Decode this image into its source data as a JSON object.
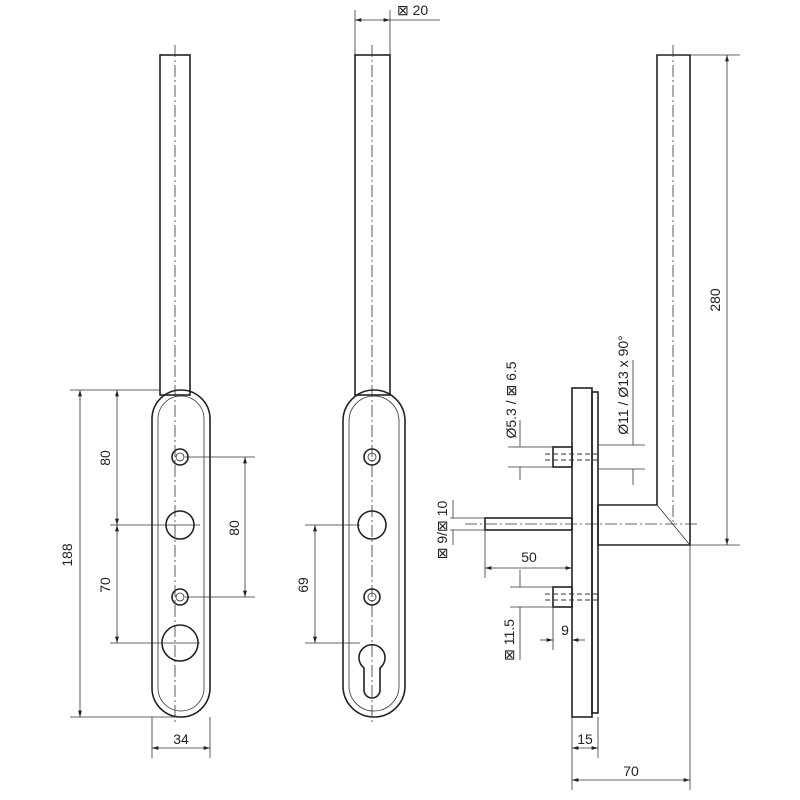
{
  "drawing": {
    "front_view": {
      "overall_height": "188",
      "upper_spacing": "80",
      "lower_spacing": "70",
      "screw_spacing": "80",
      "width": "34"
    },
    "middle_view": {
      "rod_size": "⊠ 20",
      "cylinder_spacing": "69"
    },
    "side_view": {
      "rod_length": "280",
      "screw_hole": "Ø5.3 / ⊠ 6.5",
      "counterbore": "Ø11 / Ø13 x 90°",
      "spindle_size": "⊠ 9/⊠ 10",
      "spindle_length": "50",
      "screw_head": "⊠ 11.5",
      "screw_offset": "9",
      "plate_thickness": "15",
      "projection": "70"
    }
  }
}
